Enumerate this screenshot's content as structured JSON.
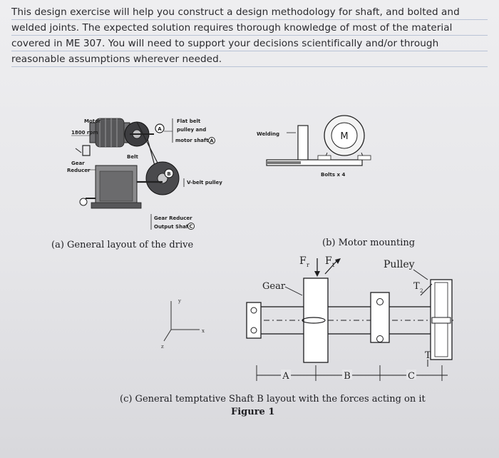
{
  "intro": {
    "paragraph": "This design exercise will help you construct a design methodology for shaft, and bolted and welded joints. The expected solution requires thorough knowledge of most of the material covered in ME 307. You will need to support your decisions scientifically and/or through reasonable assumptions wherever needed."
  },
  "panel_a": {
    "caption": "(a) General layout of the drive",
    "motor_label": "Motor",
    "rpm_label": "1800 rpm",
    "flat_belt_label": "Flat belt",
    "pulley_and_label": "pulley and",
    "motor_shaft_label": "motor shaft",
    "belt_label": "Belt",
    "gear_label": "Gear",
    "reducer_label": "Reducer",
    "vbelt_label": "V-belt pulley",
    "gr_output_label": "Gear Reducer",
    "output_shaft_label": "Output Shaft",
    "marker_a": "A",
    "marker_b": "B",
    "marker_c": "C"
  },
  "panel_b": {
    "caption": "(b) Motor mounting",
    "welding_label": "Welding",
    "motor_letter": "M",
    "bolts_label": "Bolts x 4"
  },
  "panel_c": {
    "caption": "(c) General temptative Shaft B layout with the forces acting on it",
    "figure_label": "Figure 1",
    "gear_label": "Gear",
    "pulley_label": "Pulley",
    "fr_label": "F",
    "fr_sub": "r",
    "ft_label": "F",
    "ft_sub": "t",
    "t2_label": "T",
    "t2_sub": "2",
    "t_label": "T",
    "dim_a": "A",
    "dim_b": "B",
    "dim_c": "C",
    "axis_y": "y",
    "axis_x": "x",
    "axis_z": "z"
  }
}
